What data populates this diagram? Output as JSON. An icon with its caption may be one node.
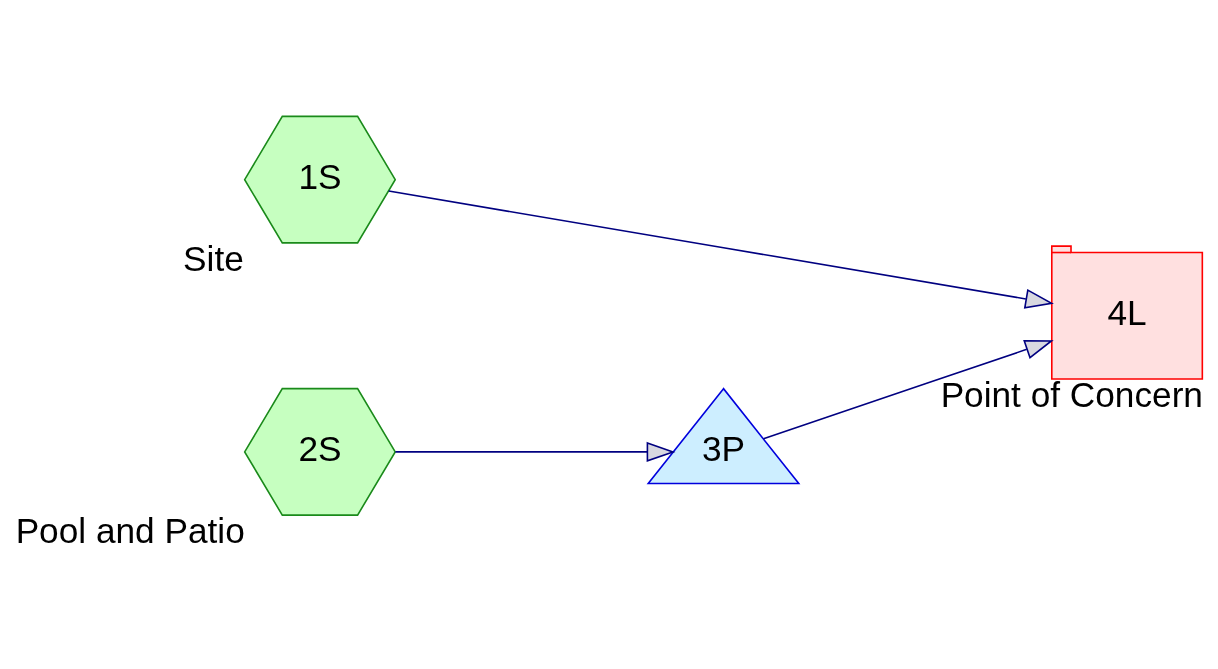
{
  "diagram": {
    "nodes": [
      {
        "text": [
          "1S"
        ],
        "beside": [
          "Site"
        ]
      },
      {
        "text": [
          "2S"
        ],
        "beside": [
          "Pool and Patio"
        ]
      },
      {
        "text": [
          "3P"
        ]
      },
      {
        "text": [
          "4L"
        ],
        "beside": [
          "Point of Concern"
        ]
      }
    ],
    "edges": [
      {
        "from": 0,
        "to": 3,
        "arrow": "to"
      },
      {
        "from": 1,
        "to": 2,
        "arrow": "to"
      },
      {
        "from": 2,
        "to": 3,
        "arrow": "to"
      }
    ]
  }
}
